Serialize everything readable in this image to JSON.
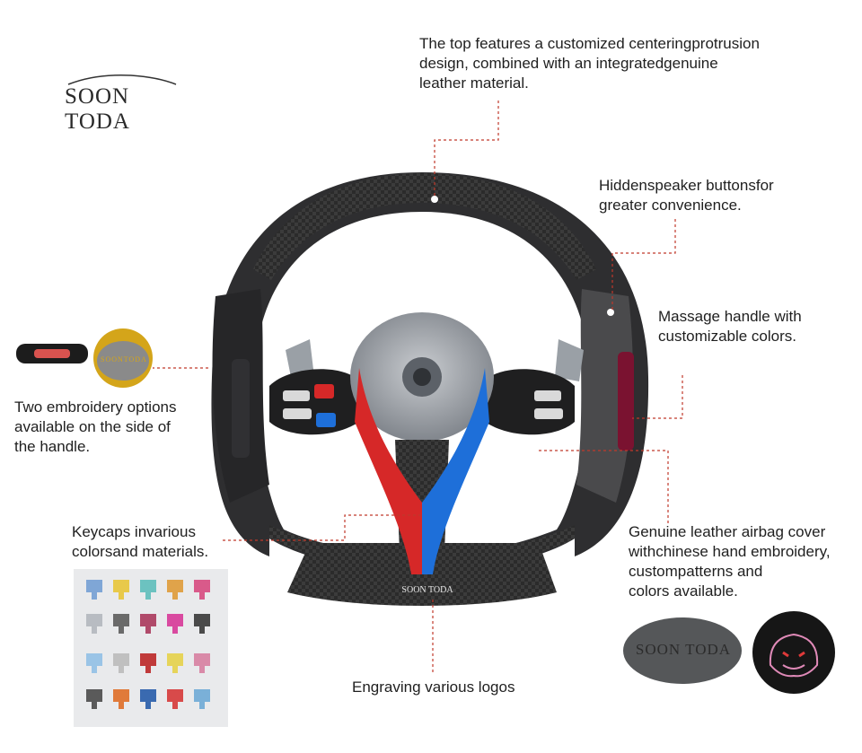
{
  "brand": {
    "logo_text": "SOON TODA"
  },
  "callouts": {
    "top_feature": "The top features a customized centeringprotrusion\ndesign, combined with an integratedgenuine\nleather material.",
    "hidden_speaker": "Hiddenspeaker buttonsfor\ngreater convenience.",
    "massage_handle": "Massage handle with\ncustomizable  colors.",
    "embroidery_options": "Two embroidery options\navailable on the side of\nthe handle.",
    "keycaps": "Keycaps invarious\ncolorsand materials.",
    "airbag_cover": "Genuine leather airbag cover\nwithchinese hand embroidery,\ncustompatterns and\ncolors available.",
    "engraving": "Engraving various logos"
  },
  "embroidery_patch_text": "SOONTODA",
  "airbag_patch_text": "SOON TODA",
  "wheel_logo_text": "SOON TODA",
  "colors": {
    "leader_line": "#c0392b",
    "carbon": "#2b2b2b",
    "red_stripe": "#d62828",
    "blue_stripe": "#1e6fd9",
    "suede": "#3a3a3a"
  }
}
